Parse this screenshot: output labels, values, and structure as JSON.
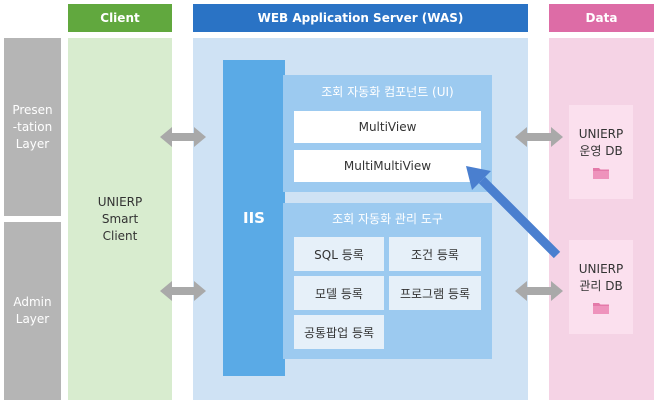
{
  "headers": {
    "client": "Client",
    "was": "WEB Application Server (WAS)",
    "data": "Data"
  },
  "layers": {
    "presentation": "Presen\n-tation\nLayer",
    "admin": "Admin\nLayer"
  },
  "client": {
    "label": "UNIERP\nSmart\nClient"
  },
  "iis": {
    "label": "IIS"
  },
  "ui_component": {
    "title": "조회 자동화 컴포넌트 (UI)",
    "items": [
      "MultiView",
      "MultiMultiView"
    ]
  },
  "tools": {
    "title": "조회 자동화 관리 도구",
    "items": [
      "SQL 등록",
      "조건 등록",
      "모델 등록",
      "프로그램 등록",
      "공통팝업 등록"
    ]
  },
  "databases": [
    {
      "label": "UNIERP\n운영 DB",
      "icon": "folder-icon"
    },
    {
      "label": "UNIERP\n관리 DB",
      "icon": "folder-icon"
    }
  ],
  "colors": {
    "client_header": "#61a83e",
    "was_header": "#2a73c5",
    "data_header": "#dd6ca6",
    "layer_gray": "#b5b5b5",
    "client_bg": "#d8eccf",
    "was_bg": "#cfe2f4",
    "data_bg": "#f5d3e5",
    "iis": "#5aaae6",
    "inner_panel": "#9ccaf0",
    "tool_box": "#e6f0f9",
    "arrow_gray": "#a9a9a9",
    "arrow_blue": "#4a7fcf",
    "folder": "#e47aa9"
  }
}
